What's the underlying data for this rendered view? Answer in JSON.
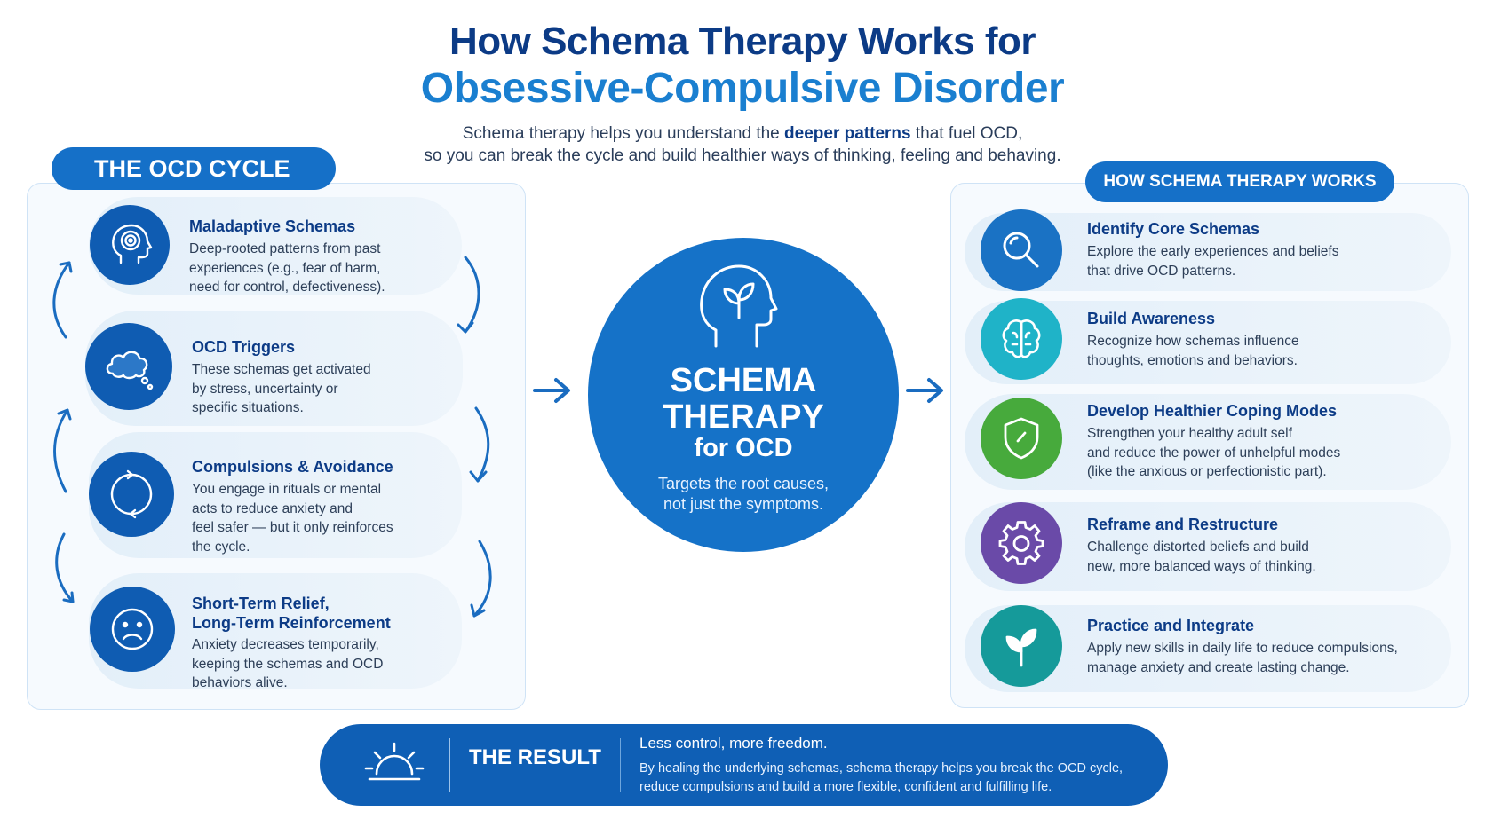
{
  "header": {
    "title_line1": "How Schema Therapy Works for",
    "title_line2": "Obsessive-Compulsive Disorder",
    "subtitle_pre": "Schema therapy helps you understand the ",
    "subtitle_bold": "deeper patterns",
    "subtitle_post": " that fuel OCD,",
    "subtitle_line2": "so you can break the cycle and build healthier ways of thinking, feeling and behaving."
  },
  "ocd_cycle": {
    "heading": "THE OCD CYCLE",
    "steps": [
      {
        "title": "Maladaptive Schemas",
        "lines": [
          "Deep-rooted patterns from past",
          "experiences (e.g., fear of harm,",
          "need for control, defectiveness)."
        ],
        "icon": "head-target-icon"
      },
      {
        "title": "OCD Triggers",
        "lines": [
          "These schemas get activated",
          "by stress, uncertainty or",
          "specific situations."
        ],
        "icon": "thought-cloud-icon"
      },
      {
        "title": "Compulsions & Avoidance",
        "lines": [
          "You engage in rituals or mental",
          "acts to reduce anxiety and",
          "feel safer — but it only reinforces",
          "the cycle."
        ],
        "icon": "cycle-arrows-icon"
      },
      {
        "title_line1": "Short-Term Relief,",
        "title_line2": "Long-Term Reinforcement",
        "lines": [
          "Anxiety decreases temporarily,",
          "keeping the schemas and OCD",
          "behaviors alive."
        ],
        "icon": "sad-face-icon"
      }
    ]
  },
  "center": {
    "line1": "SCHEMA",
    "line2": "THERAPY",
    "line3": "for OCD",
    "desc_line1": "Targets the root causes,",
    "desc_line2": "not just the symptoms.",
    "icon": "head-sprout-icon"
  },
  "schema_therapy": {
    "heading": "HOW SCHEMA THERAPY WORKS",
    "steps": [
      {
        "title": "Identify Core Schemas",
        "lines": [
          "Explore the early experiences and beliefs",
          "that drive OCD patterns."
        ],
        "icon": "magnifier-icon",
        "color": "#1a72c4"
      },
      {
        "title": "Build Awareness",
        "lines": [
          "Recognize how schemas influence",
          "thoughts, emotions and behaviors."
        ],
        "icon": "brain-icon",
        "color": "#1fb3c8"
      },
      {
        "title": "Develop Healthier Coping Modes",
        "lines": [
          "Strengthen your healthy adult self",
          "and reduce the power of unhelpful modes",
          "(like the anxious or perfectionistic part)."
        ],
        "icon": "shield-icon",
        "color": "#47aa3c"
      },
      {
        "title": "Reframe and Restructure",
        "lines": [
          "Challenge distorted beliefs and build",
          "new, more balanced ways of thinking."
        ],
        "icon": "gear-icon",
        "color": "#6a4aa8"
      },
      {
        "title": "Practice and Integrate",
        "lines": [
          "Apply new skills in daily life to reduce compulsions,",
          "manage anxiety and create lasting change."
        ],
        "icon": "sprout-icon",
        "color": "#159a9a"
      }
    ]
  },
  "result": {
    "label": "THE RESULT",
    "headline": "Less control, more freedom.",
    "desc_line1": "By healing the underlying schemas, schema therapy helps you break the OCD cycle,",
    "desc_line2": "reduce compulsions and build a more flexible, confident and fulfilling life.",
    "icon": "sunrise-icon"
  },
  "colors": {
    "primary": "#1570c8",
    "dark_navy": "#0c3b86",
    "accent_blue": "#1a7fd0"
  }
}
